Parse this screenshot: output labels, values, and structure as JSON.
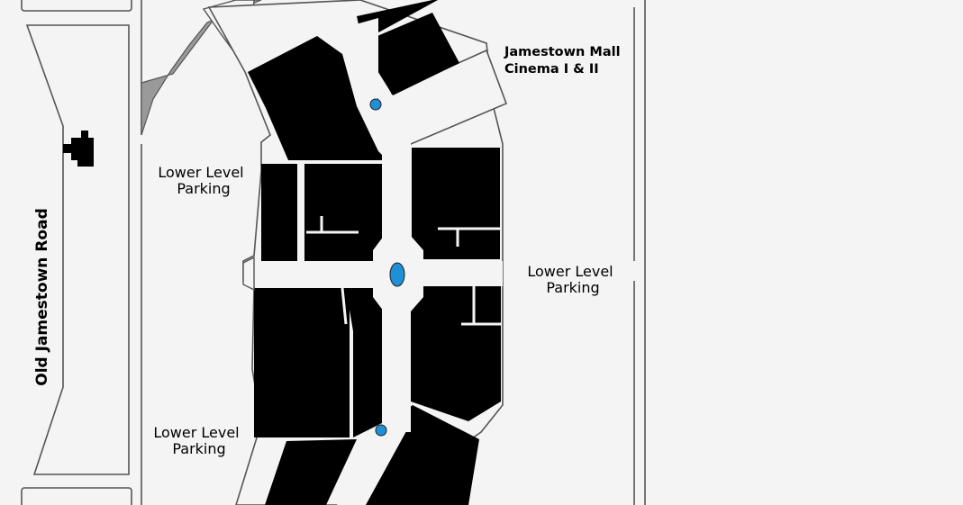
{
  "map": {
    "road_label": "Old Jamestown Road",
    "cinema_label_line1": "Jamestown Mall",
    "cinema_label_line2": "Cinema I & II",
    "parking_left_upper_line1": "Lower Level",
    "parking_left_upper_line2": "Parking",
    "parking_right_line1": "Lower Level",
    "parking_right_line2": "Parking",
    "parking_left_lower_line1": "Lower Level",
    "parking_left_lower_line2": "Parking",
    "colors": {
      "background": "#f4f4f4",
      "store": "#000000",
      "corridor": "#f4f4f4",
      "outline": "#555555",
      "water": "#1e90d6",
      "greenspace": "#9a9a9a"
    }
  }
}
